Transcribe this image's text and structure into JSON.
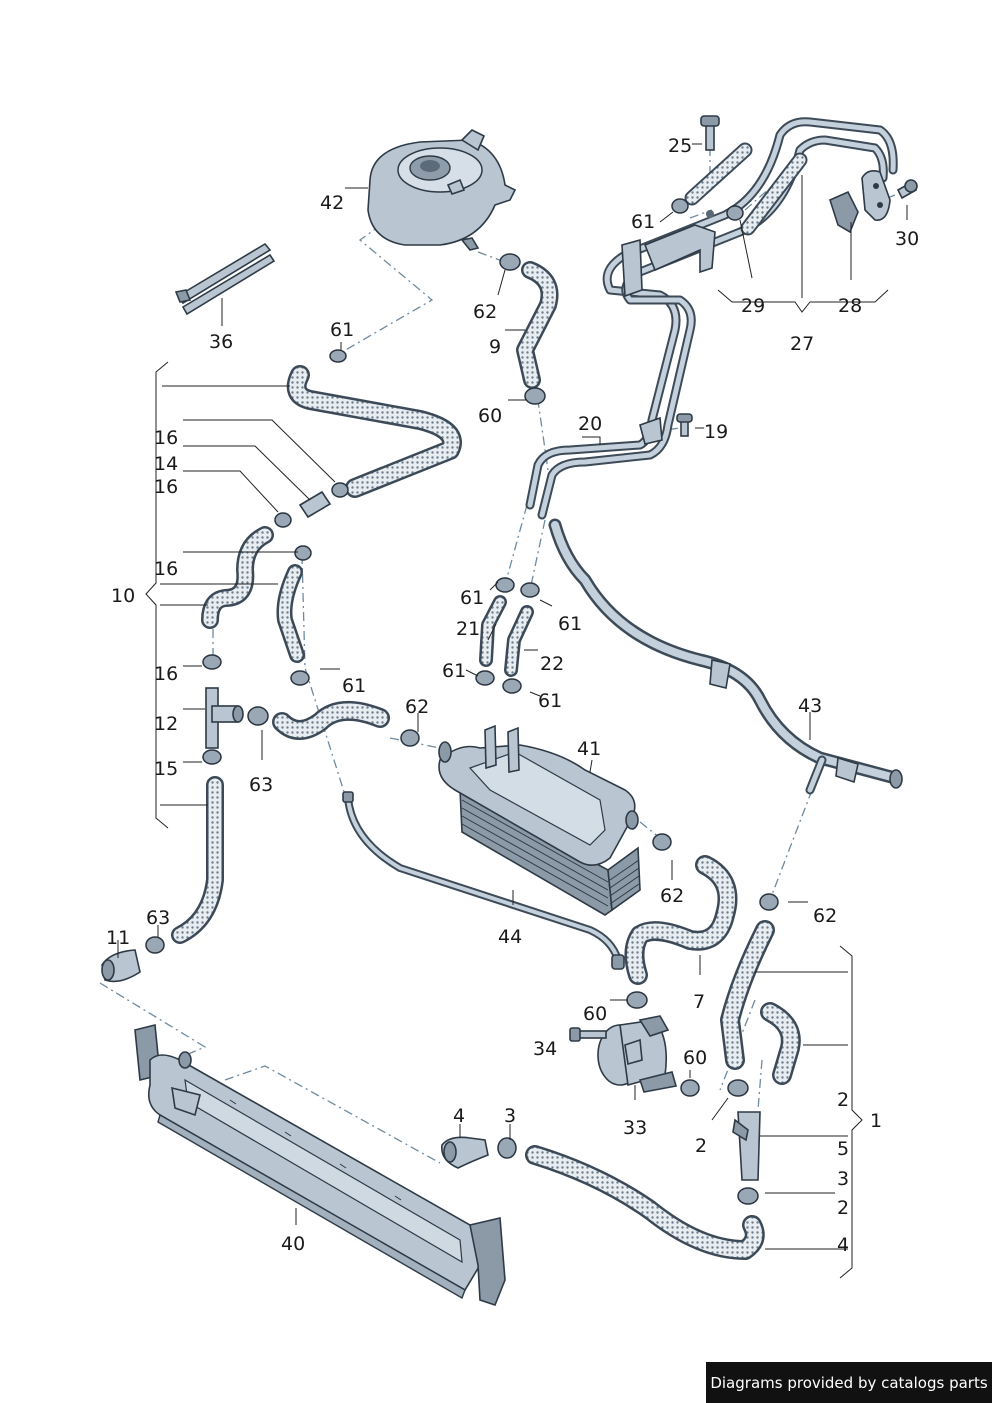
{
  "diagram": {
    "labels": {
      "l1": "1",
      "l2a": "2",
      "l2b": "2",
      "l2c": "2",
      "l3a": "3",
      "l3b": "3",
      "l4a": "4",
      "l4b": "4",
      "l5": "5",
      "l7": "7",
      "l9": "9",
      "l10": "10",
      "l11": "11",
      "l12": "12",
      "l14": "14",
      "l15": "15",
      "l16a": "16",
      "l16b": "16",
      "l16c": "16",
      "l16d": "16",
      "l19": "19",
      "l20": "20",
      "l21": "21",
      "l22": "22",
      "l25": "25",
      "l27": "27",
      "l28": "28",
      "l29": "29",
      "l30": "30",
      "l33": "33",
      "l34": "34",
      "l36": "36",
      "l40": "40",
      "l41": "41",
      "l42": "42",
      "l43": "43",
      "l44": "44",
      "l60a": "60",
      "l60b": "60",
      "l60c": "60",
      "l61a": "61",
      "l61b": "61",
      "l61c": "61",
      "l61d": "61",
      "l61e": "61",
      "l61f": "61",
      "l62a": "62",
      "l62b": "62",
      "l62c": "62",
      "l62d": "62",
      "l63a": "63",
      "l63b": "63"
    }
  },
  "footer": {
    "text": "Diagrams provided by catalogs parts"
  },
  "colors": {
    "part_fill": "#b9c6d2",
    "hose_dots": "#9aa7b4",
    "outline": "#2e3a46",
    "dash_line": "#6e8aa0",
    "footer_bg": "#111111"
  }
}
